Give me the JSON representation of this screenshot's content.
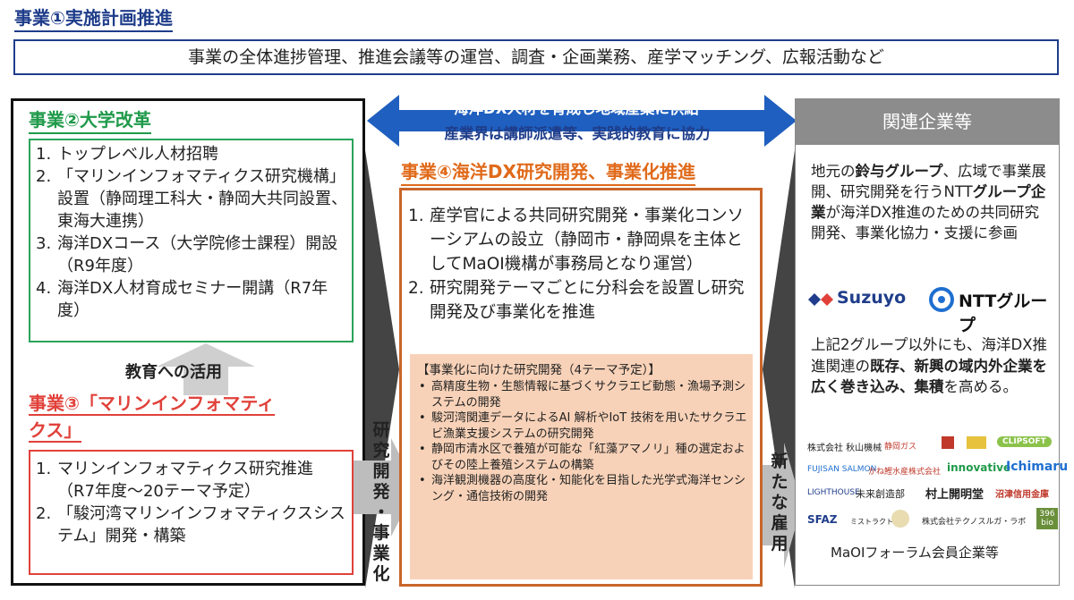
{
  "header": {
    "title": "事業①実施計画推進",
    "banner": "事業の全体進捗管理、推進会議等の運営、調査・企画業務、産学マッチング、広報活動など"
  },
  "center_arrow": {
    "line1": "海洋DX人材を育成し地域産業に供給",
    "line2": "産業界は講師派遣等、実践的教育に協力"
  },
  "univ": {
    "title": "事業②大学改革",
    "items": [
      {
        "num": "1.",
        "text": "トップレベル人材招聘"
      },
      {
        "num": "2.",
        "text": "「マリンインフォマティクス研究機構」設置（静岡理工科大・静岡大共同設置、東海大連携）"
      },
      {
        "num": "3.",
        "text": "海洋DXコース（大学院修士課程）開設（R9年度）"
      },
      {
        "num": "4.",
        "text": "海洋DX人材育成セミナー開講（R7年度）"
      }
    ],
    "edu_label": "教育への活用"
  },
  "marine": {
    "title_line1": "事業③「マリンインフォマティ",
    "title_line2": "クス」",
    "items": [
      {
        "num": "1.",
        "text": "マリンインフォマティクス研究推進（R7年度～20テーマ予定）"
      },
      {
        "num": "2.",
        "text": "「駿河湾マリンインフォマティクスシステム」開発・構築"
      }
    ]
  },
  "research": {
    "title": "事業④海洋DX研究開発、事業化推進",
    "items": [
      {
        "num": "1.",
        "text": "産学官による共同研究開発・事業化コンソーシアムの設立（静岡市・静岡県を主体としてMaOI機構が事務局となり運営）"
      },
      {
        "num": "2.",
        "text": "研究開発テーマごとに分科会を設置し研究開発及び事業化を推進"
      }
    ],
    "sub_title": "【事業化に向けた研究開発（4テーマ予定）】",
    "sub_items": [
      "高精度生物・生態情報に基づくサクラエビ動態・漁場予測システムの開発",
      "駿河湾関連データによるAI 解析やIoT 技術を用いたサクラエビ漁業支援システムの研究開発",
      "静岡市清水区で養殖が可能な「紅藻アマノリ」種の選定およびその陸上養殖システムの構築",
      "海洋観測機器の高度化・知能化を目指した光学式海洋センシング・通信技術の開発"
    ]
  },
  "vertical_left": [
    "研",
    "究",
    "開",
    "発",
    "・",
    "事",
    "業",
    "化"
  ],
  "vertical_right": [
    "新",
    "た",
    "な",
    "雇",
    "用"
  ],
  "companies": {
    "header": "関連企業等",
    "text1_parts": [
      "地元の",
      "鈴与グループ",
      "、広域で事業展開、研究開発を行うNTT",
      "グループ企業",
      "が海洋DX推進のための共同研究開発、事業化協力・支援に参画"
    ],
    "logo1": "Suzuyo",
    "logo2": "NTTグループ",
    "text2_parts": [
      "上記2グループ以外にも、海洋DX推進関連の",
      "既存、新興の域内外企業を広く巻き込み、集積",
      "を高める。"
    ],
    "member_logos": [
      "株式会社 秋山機械",
      "静岡ガス",
      "CLIPSOFT",
      "FUJISAN SALMON",
      "かね鰹水産株式会社",
      "innovative",
      "Ichimaru",
      "LIGHTHOUSE",
      "未来創造部",
      "村上開明堂",
      "沼津信用金庫",
      "SFAZ",
      "ミストラクト",
      "株式会社テクノスルガ・ラボ",
      "396 bio"
    ],
    "footer": "MaOIフォーラム会員企業等"
  },
  "colors": {
    "navy": "#1f3d8a",
    "green": "#1f9a4a",
    "red": "#e0413a",
    "orange": "#e06a1a",
    "blue_arrow": "#1f5fbf",
    "gray": "#8c8c8c",
    "peach": "#f8d2b8"
  }
}
